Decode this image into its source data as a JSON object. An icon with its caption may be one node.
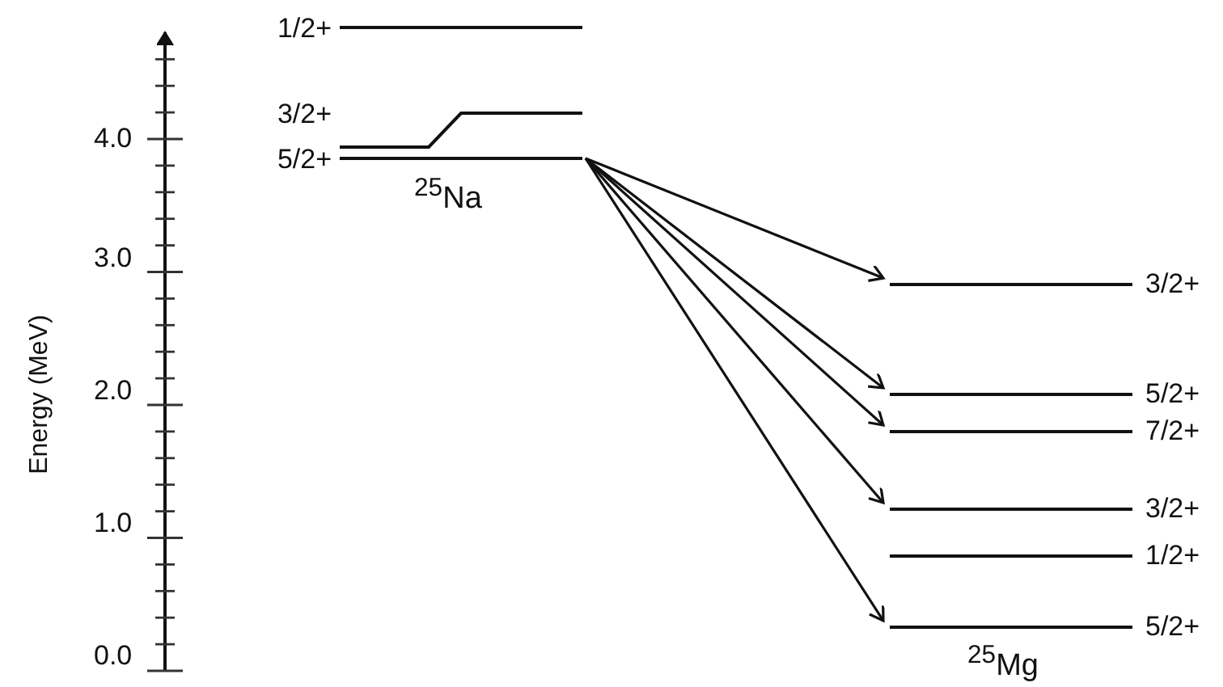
{
  "diagram": {
    "nodes": [
      {
        "text": [
          "1/2+"
        ]
      },
      {
        "text": [
          "3/2+"
        ]
      },
      {
        "text": [
          "5/2+"
        ]
      },
      {
        "text": [
          "3/2+"
        ]
      },
      {
        "text": [
          "5/2+"
        ]
      },
      {
        "text": [
          "7/2+"
        ]
      },
      {
        "text": [
          "3/2+"
        ]
      },
      {
        "text": [
          "1/2+"
        ]
      },
      {
        "text": [
          "5/2+"
        ]
      }
    ],
    "edges": [
      {
        "from": 2,
        "to": 3,
        "arrow": "to"
      },
      {
        "from": 2,
        "to": 4,
        "arrow": "to"
      },
      {
        "from": 2,
        "to": 5,
        "arrow": "to"
      },
      {
        "from": 2,
        "to": 6,
        "arrow": "to"
      },
      {
        "from": 2,
        "to": 8,
        "arrow": "to"
      }
    ],
    "labels": [
      "4.0",
      "3.0",
      "2.0",
      "1.0",
      "0.0",
      "Energy (MeV)",
      "$^{25}$Na",
      "$^{25}$Mg"
    ]
  }
}
